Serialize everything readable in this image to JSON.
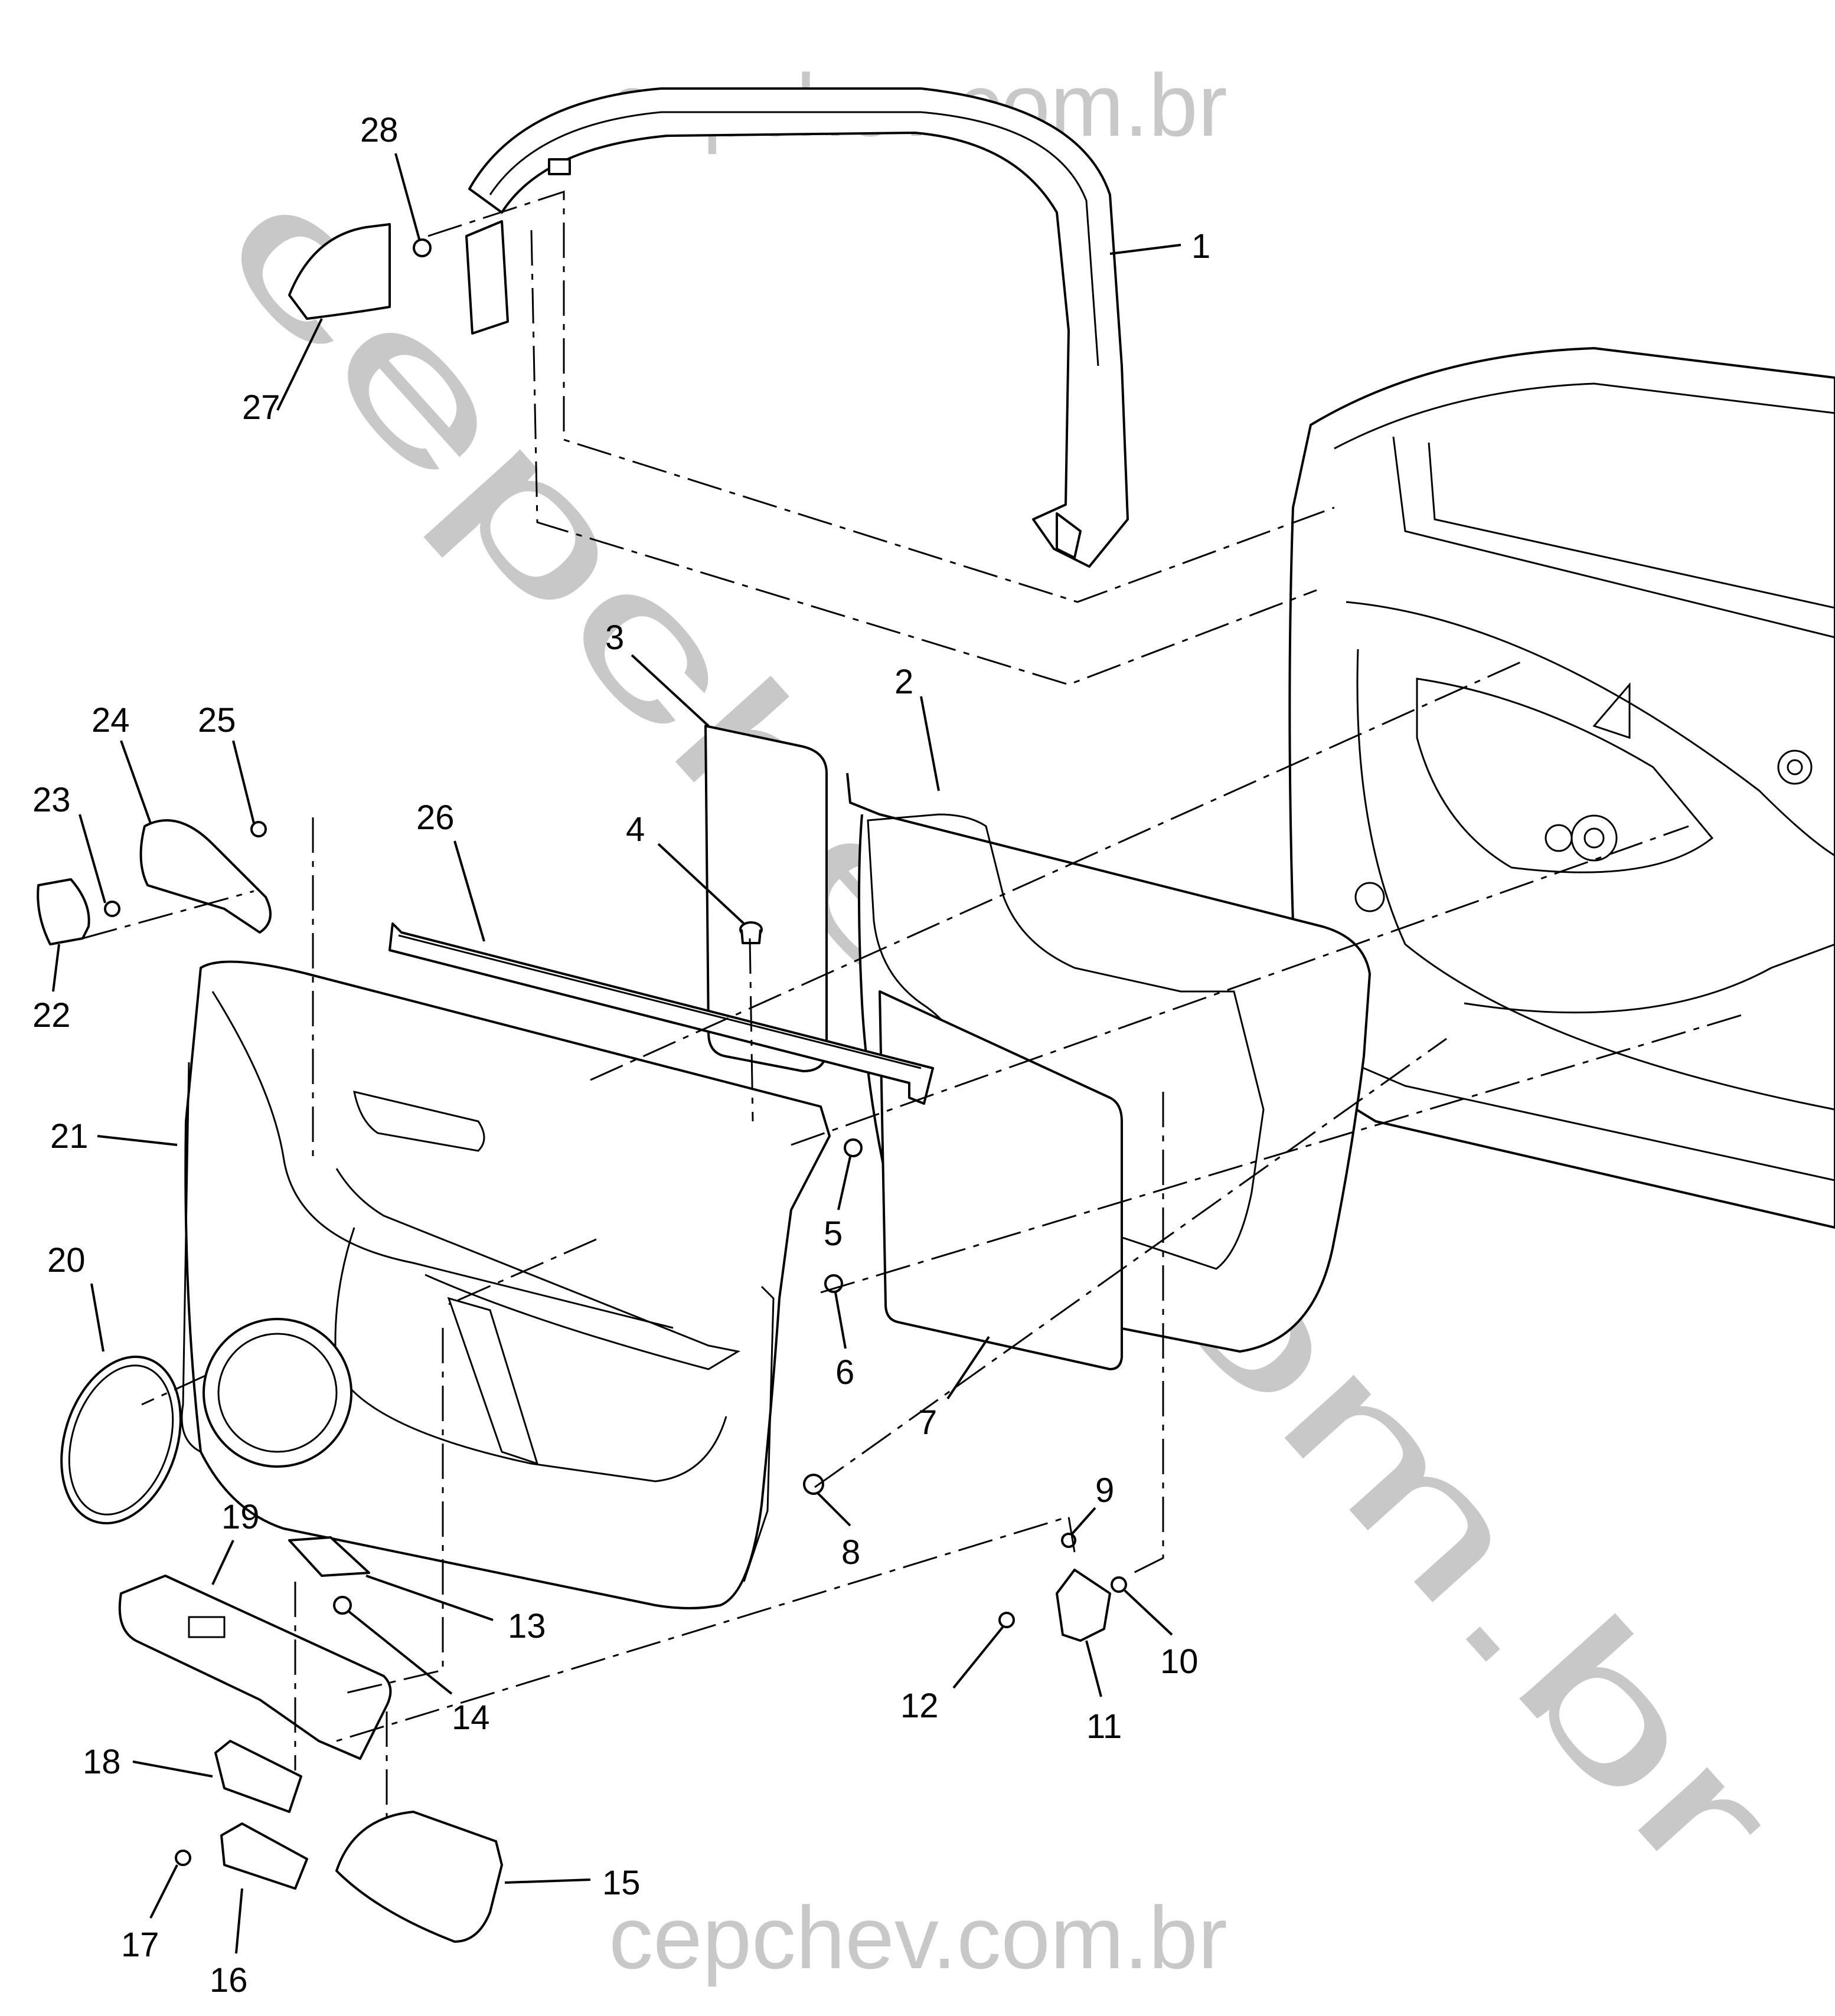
{
  "watermark": {
    "top": "cepchev.com.br",
    "diagonal": "cepchev.com.br",
    "bottom": "cepchev.com.br",
    "color": "#c8c8c8"
  },
  "callouts": [
    "1",
    "2",
    "3",
    "4",
    "5",
    "6",
    "7",
    "8",
    "9",
    "10",
    "11",
    "12",
    "13",
    "14",
    "15",
    "16",
    "17",
    "18",
    "19",
    "20",
    "21",
    "22",
    "23",
    "24",
    "25",
    "26",
    "27",
    "28"
  ],
  "icons": [
    "exploded-parts-diagram"
  ]
}
